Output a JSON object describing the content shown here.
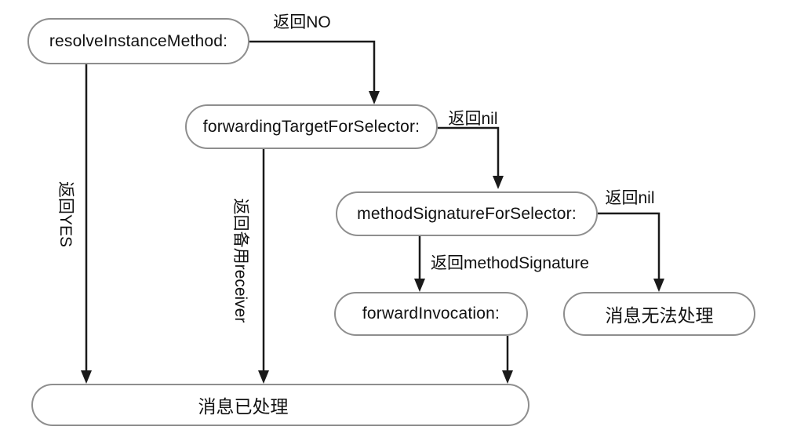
{
  "diagram": {
    "description": "Objective-C message forwarding flowchart",
    "nodes": [
      {
        "id": "resolve-instance-method",
        "label": "resolveInstanceMethod:"
      },
      {
        "id": "forwarding-target-for-selector",
        "label": "forwardingTargetForSelector:"
      },
      {
        "id": "method-signature-for-selector",
        "label": "methodSignatureForSelector:"
      },
      {
        "id": "forward-invocation",
        "label": "forwardInvocation:"
      },
      {
        "id": "message-unhandled",
        "label": "消息无法处理"
      },
      {
        "id": "message-handled",
        "label": "消息已处理"
      }
    ],
    "edge_labels": {
      "return_no": "返回NO",
      "return_yes": "返回YES",
      "return_nil_1": "返回nil",
      "return_backup_receiver": "返回备用receiver",
      "return_nil_2": "返回nil",
      "return_method_signature": "返回methodSignature"
    },
    "colors": {
      "background": "#ffffff",
      "node_border": "#8e8e8e",
      "arrow": "#1a1a1a",
      "text": "#111111"
    }
  }
}
